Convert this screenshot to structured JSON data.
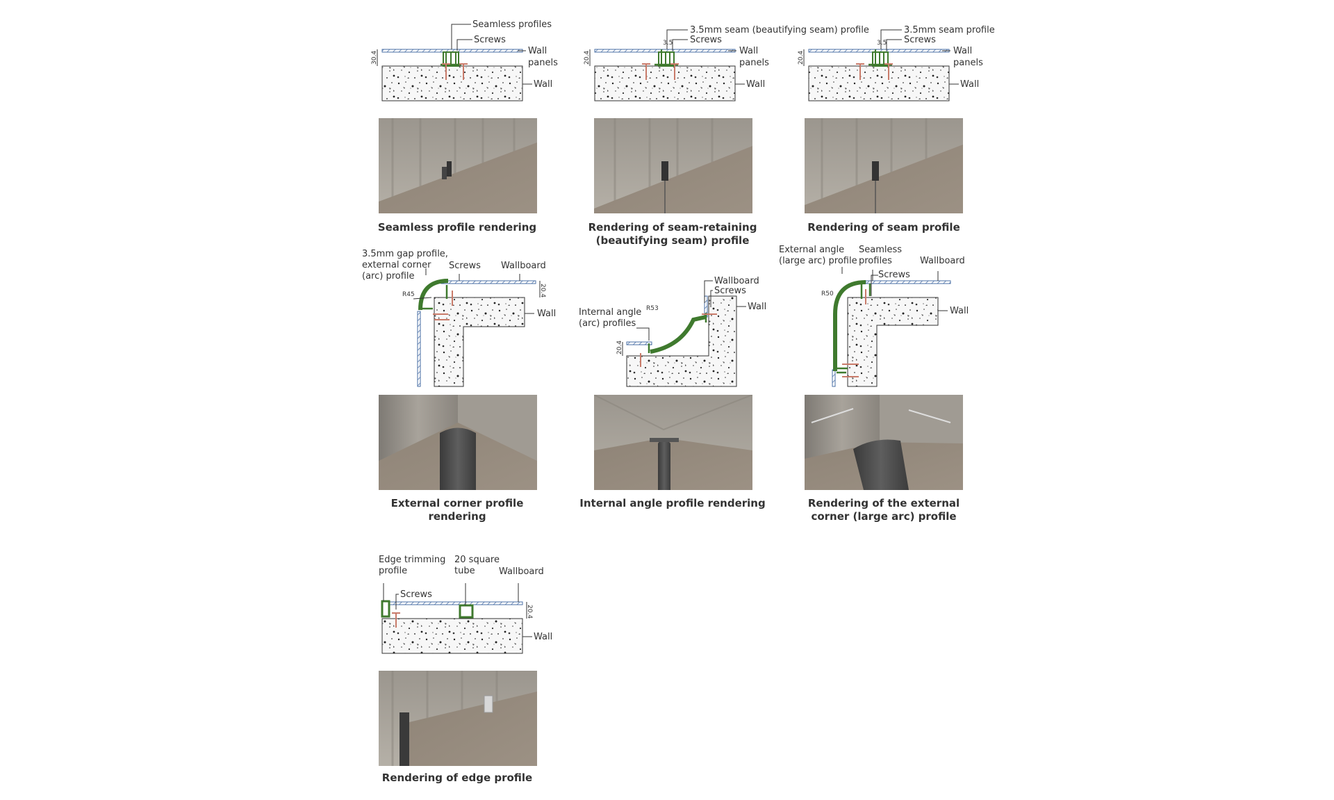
{
  "cells": [
    {
      "id": "seamless",
      "labels": {
        "a": "Seamless profiles",
        "b": "Screws",
        "c1": "Wall",
        "c2": "panels",
        "d": "Wall",
        "dim": "30.4"
      },
      "caption": [
        "Seamless profile rendering"
      ]
    },
    {
      "id": "beautify",
      "labels": {
        "a": "3.5mm seam (beautifying seam) profile",
        "b": "Screws",
        "c1": "Wall",
        "c2": "panels",
        "d": "Wall",
        "dim": "20.4",
        "gap": "3.5"
      },
      "caption": [
        "Rendering of seam-retaining",
        "(beautifying seam) profile"
      ]
    },
    {
      "id": "seam",
      "labels": {
        "a": "3.5mm seam profile",
        "b": "Screws",
        "c1": "Wall",
        "c2": "panels",
        "d": "Wall",
        "dim": "20.4",
        "gap": "3.5"
      },
      "caption": [
        "Rendering of seam profile"
      ]
    },
    {
      "id": "ext",
      "labels": {
        "a1": "3.5mm gap profile,",
        "a2": "external corner",
        "a3": "(arc) profile",
        "b": "Screws",
        "c": "Wallboard",
        "d": "Wall",
        "dim": "20.4",
        "r": "R45"
      },
      "caption": [
        "External corner profile",
        "rendering"
      ]
    },
    {
      "id": "int",
      "labels": {
        "a1": "Internal angle",
        "a2": "(arc) profiles",
        "b": "Screws",
        "c": "Wallboard",
        "d": "Wall",
        "dim": "20.4",
        "r": "R53"
      },
      "caption": [
        "Internal angle profile rendering"
      ]
    },
    {
      "id": "large",
      "labels": {
        "a1": "External angle",
        "a2": "(large arc) profile",
        "b1": "Seamless",
        "b2": "profiles",
        "s": "Screws",
        "c": "Wallboard",
        "d": "Wall",
        "r": "R50"
      },
      "caption": [
        "Rendering of the external",
        "corner (large arc) profile"
      ]
    },
    {
      "id": "edge",
      "labels": {
        "a1": "Edge trimming",
        "a2": "profile",
        "b1": "20 square",
        "b2": "tube",
        "s": "Screws",
        "c": "Wallboard",
        "d": "Wall",
        "dim": "20.4"
      },
      "caption": [
        "Rendering of edge profile"
      ]
    }
  ],
  "colors": {
    "panel": "#4a6fa5",
    "profile": "#3f7a2e",
    "screw": "#c97b6a",
    "concrete": "#f4f4f4",
    "photo_wall": "#9a958d",
    "photo_board": "#8c8072",
    "photo_profile": "#4a4a4a"
  }
}
